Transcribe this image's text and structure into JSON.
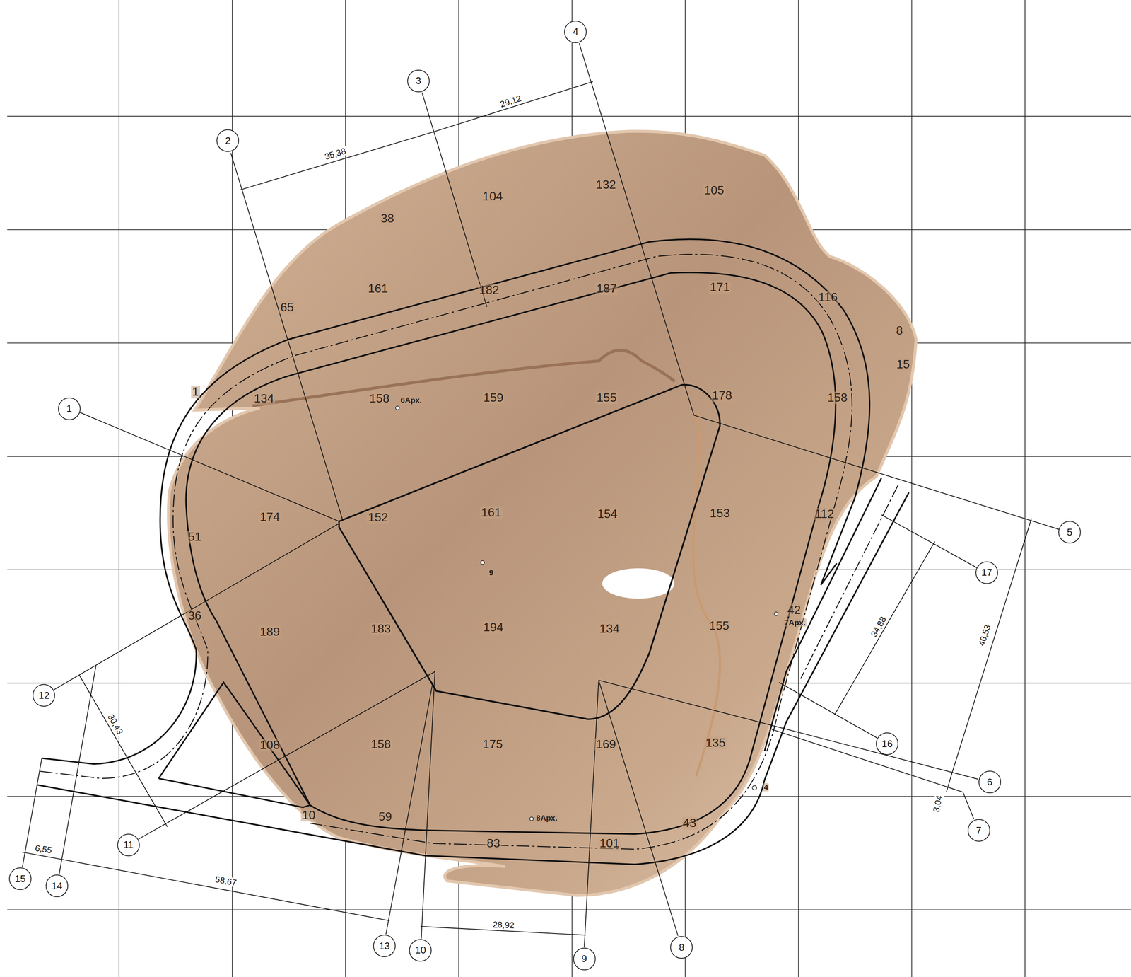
{
  "diagram": {
    "nodes": [
      {
        "text": [
          "1"
        ]
      },
      {
        "text": [
          "2"
        ]
      },
      {
        "text": [
          "3"
        ]
      },
      {
        "text": [
          "4"
        ]
      },
      {
        "text": [
          "5"
        ]
      },
      {
        "text": [
          "6"
        ]
      },
      {
        "text": [
          "7"
        ]
      },
      {
        "text": [
          "8"
        ]
      },
      {
        "text": [
          "9"
        ]
      },
      {
        "text": [
          "10"
        ]
      },
      {
        "text": [
          "11"
        ]
      },
      {
        "text": [
          "12"
        ]
      },
      {
        "text": [
          "13"
        ]
      },
      {
        "text": [
          "14"
        ]
      },
      {
        "text": [
          "15"
        ]
      },
      {
        "text": [
          "16"
        ]
      },
      {
        "text": [
          "17"
        ]
      }
    ],
    "labels": [
      "104",
      "132",
      "105",
      "38",
      "161",
      "182",
      "187",
      "171",
      "116",
      "8",
      "15",
      "1",
      "134",
      "158",
      "6Арх.",
      "159",
      "155",
      "178",
      "158",
      "65",
      "174",
      "51",
      "152",
      "161",
      "154",
      "153",
      "112",
      "9",
      "36",
      "189",
      "183",
      "194",
      "134",
      "155",
      "42",
      "7Арх.",
      "108",
      "158",
      "175",
      "169",
      "135",
      "10",
      "59",
      "8Арх.",
      "83",
      "101",
      "43",
      "4",
      "35,38",
      "29,12",
      "30,43",
      "6,55",
      "58,67",
      "28,92",
      "34,88",
      "46,53",
      "3,04"
    ]
  }
}
